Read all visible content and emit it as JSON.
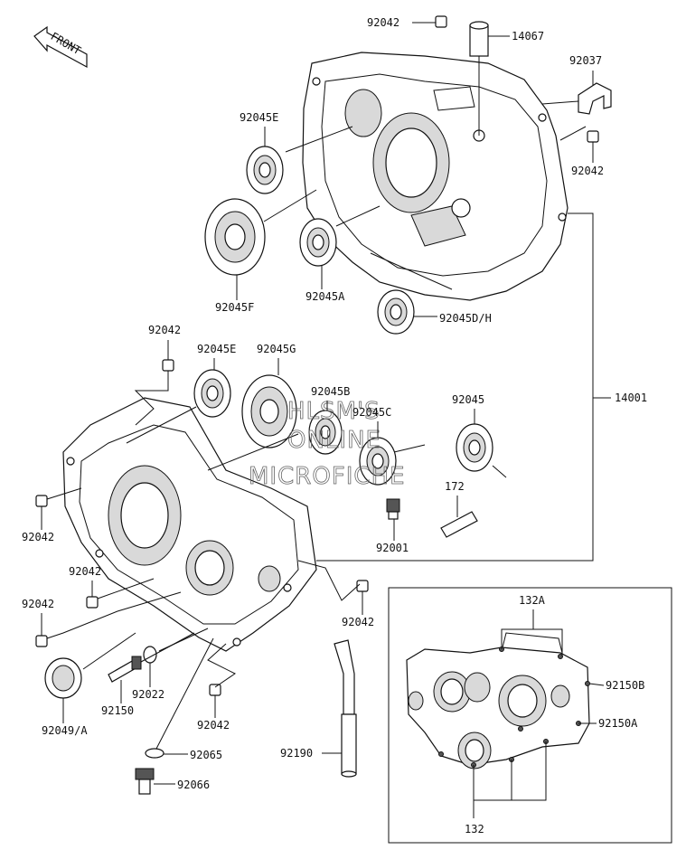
{
  "front_label": "FRONT",
  "watermark": [
    "HLSM'S",
    "ONLINE",
    "MICROFICHE"
  ],
  "parts": {
    "p92042_top": "92042",
    "p14067": "14067",
    "p92037": "92037",
    "p92042_right": "92042",
    "p92045E_top": "92045E",
    "p92045F": "92045F",
    "p92045A": "92045A",
    "p92045DH": "92045D/H",
    "p92042_mid": "92042",
    "p92045E_mid": "92045E",
    "p92045G": "92045G",
    "p92045B": "92045B",
    "p92045C": "92045C",
    "p92045": "92045",
    "p14001": "14001",
    "p172": "172",
    "p92001": "92001",
    "p92042_left1": "92042",
    "p92042_left2": "92042",
    "p92042_left3": "92042",
    "p92042_lowright": "92042",
    "p92049A": "92049/A",
    "p92150": "92150",
    "p92022": "92022",
    "p92042_bottom": "92042",
    "p92065": "92065",
    "p92066": "92066",
    "p92190": "92190",
    "p132A": "132A",
    "p92150B": "92150B",
    "p92150A": "92150A",
    "p132": "132"
  }
}
